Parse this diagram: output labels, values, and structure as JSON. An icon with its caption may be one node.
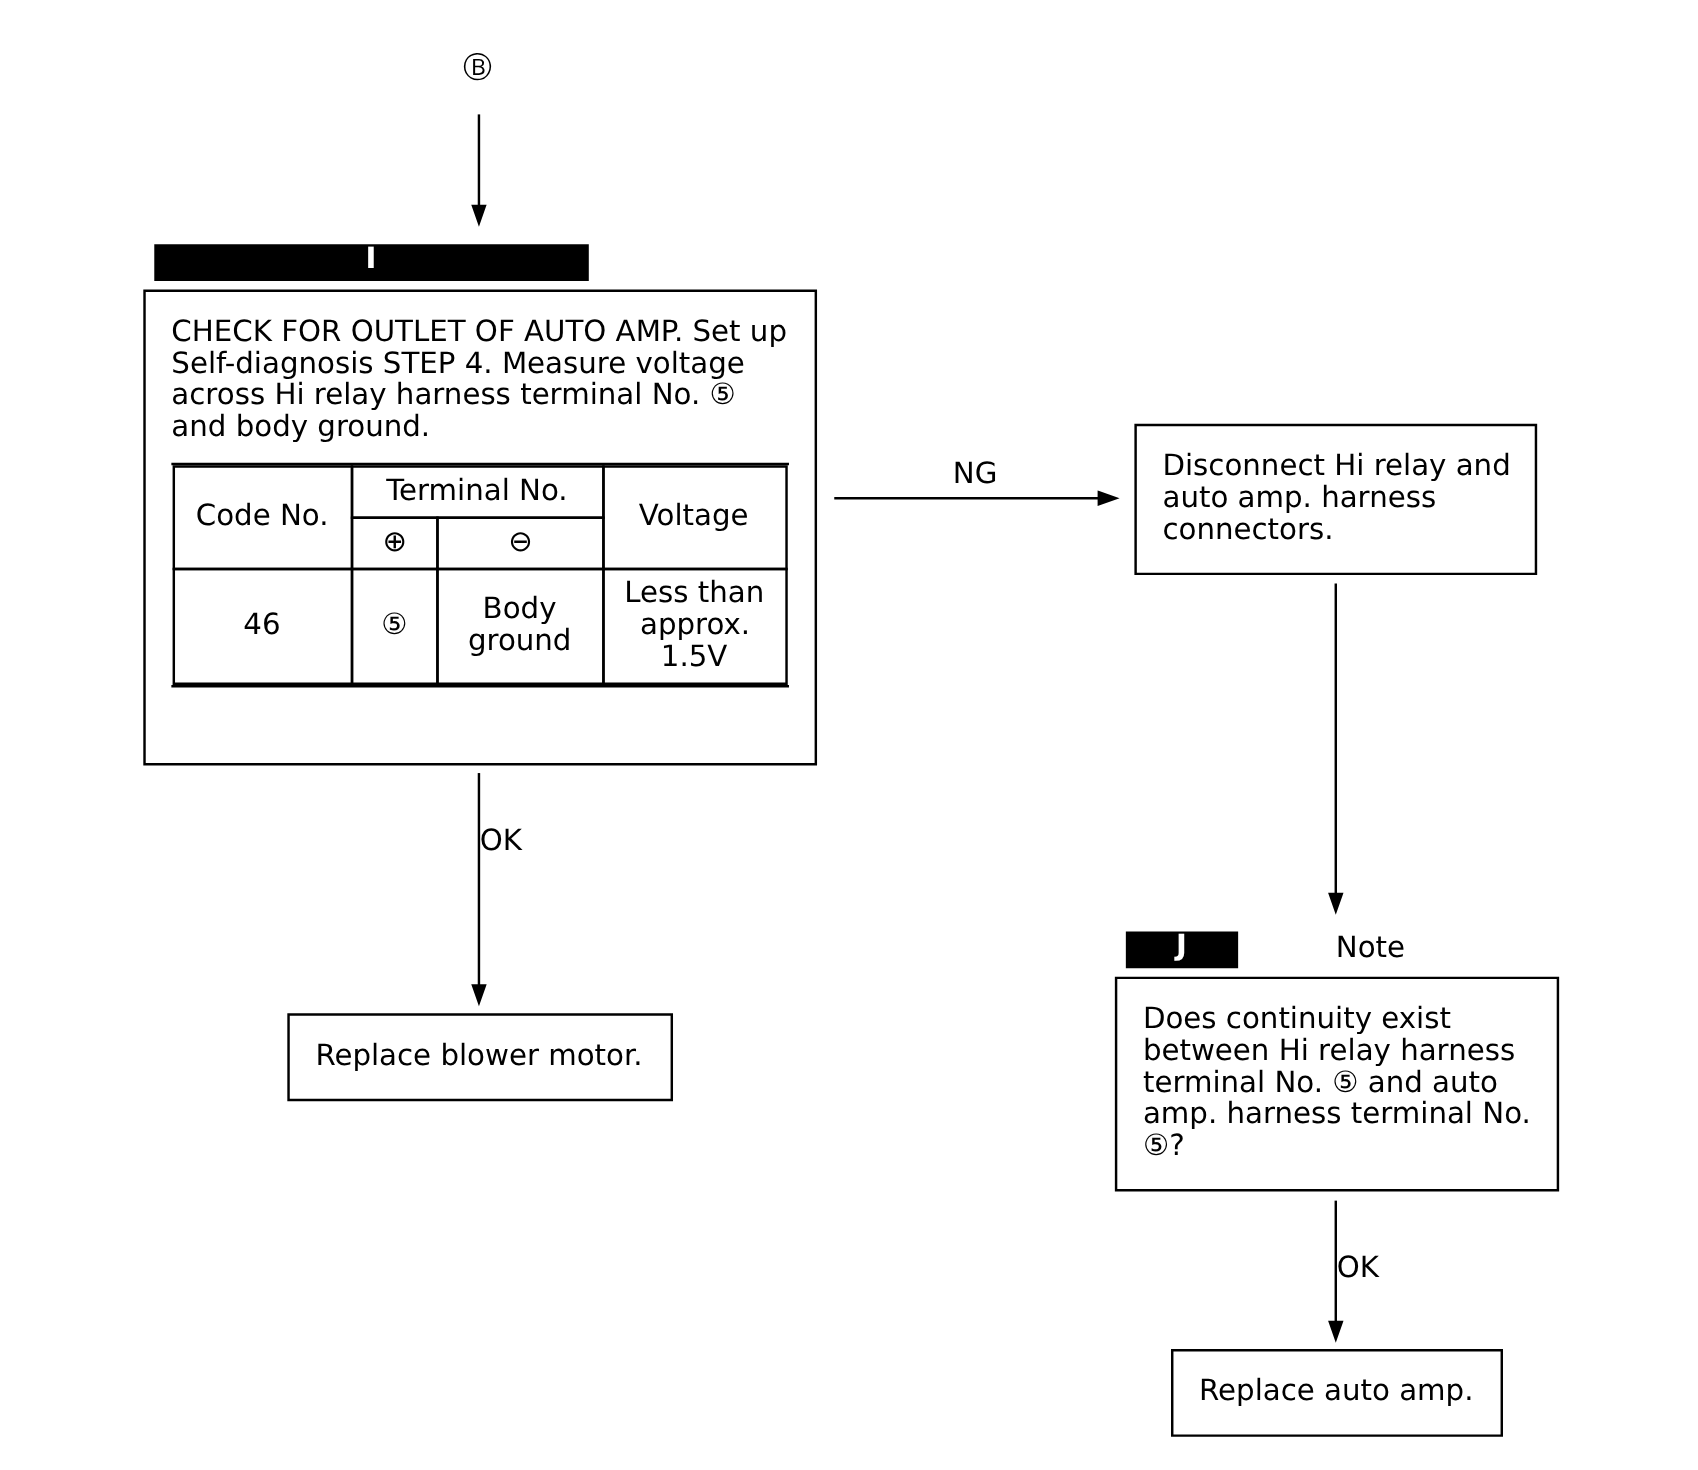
{
  "diagram": {
    "nodes": [
      {
        "text": [
          "Ⓑ"
        ]
      },
      {
        "text": [
          "I",
          "CHECK FOR OUTLET OF AUTO AMP. Set up Self-diagnosis STEP 4. Measure voltage across Hi relay harness terminal No. ⑤ and body ground.",
          "Code No.",
          "Terminal No.",
          "Voltage",
          "⊕",
          "⊖",
          "46",
          "⑤",
          "Body ground",
          "Less than approx. 1.5V"
        ]
      },
      {
        "text": [
          "Disconnect Hi relay and auto amp. harness connectors."
        ]
      },
      {
        "text": [
          "J",
          "Does continuity exist between Hi relay harness terminal No. ⑤ and auto amp. harness terminal No. ⑤?"
        ],
        "beside": [
          "Note"
        ]
      },
      {
        "text": [
          "Replace auto amp."
        ]
      },
      {
        "text": [
          "Replace blower motor."
        ]
      }
    ],
    "edges": [
      {
        "from": 0,
        "to": 1,
        "arrow": "to"
      },
      {
        "from": 1,
        "to": 2,
        "arrow": "to",
        "label": "NG"
      },
      {
        "from": 2,
        "to": 3,
        "arrow": "to"
      },
      {
        "from": 3,
        "to": 4,
        "arrow": "to",
        "label": "OK"
      },
      {
        "from": 1,
        "to": 5,
        "arrow": "to",
        "label": "OK"
      }
    ]
  }
}
